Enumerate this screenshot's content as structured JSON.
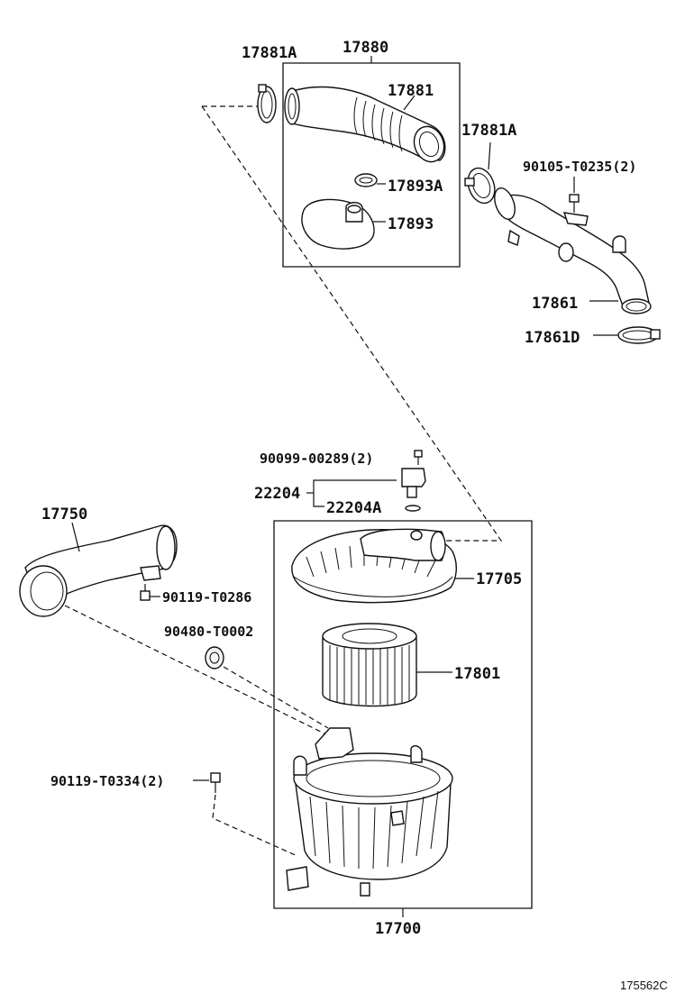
{
  "labels": {
    "p17881A_top": "17881A",
    "p17880": "17880",
    "p17881": "17881",
    "p17881A_right": "17881A",
    "p90105": "90105-T0235(2)",
    "p17893A": "17893A",
    "p17893": "17893",
    "p17861": "17861",
    "p17861D": "17861D",
    "p90099": "90099-00289(2)",
    "p22204": "22204",
    "p22204A": "22204A",
    "p17750": "17750",
    "p17705": "17705",
    "p90119a": "90119-T0286",
    "p90480": "90480-T0002",
    "p17801": "17801",
    "p90119b": "90119-T0334(2)",
    "p17700": "17700"
  },
  "reference_code": "175562C"
}
